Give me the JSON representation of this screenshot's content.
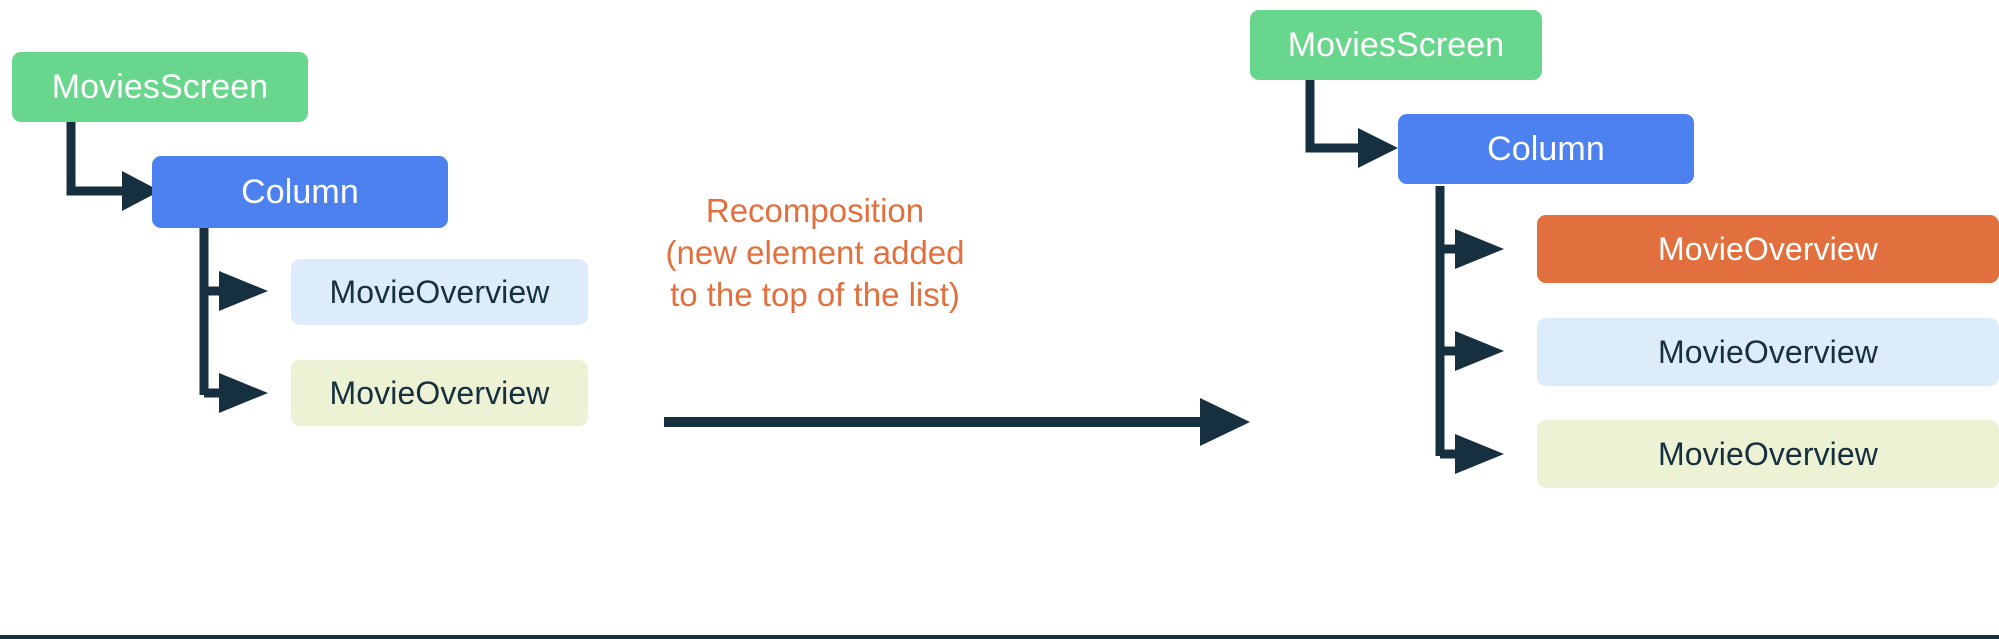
{
  "diagram": {
    "title_colors": {
      "connector": "#17303F",
      "screen": "#68D68C",
      "column": "#4E81F0",
      "overview_new": "#E2703E",
      "overview_blue": "#DDECFB",
      "overview_lime": "#EDF2D4",
      "annotation": "#E2703E",
      "background": "#FFFFFF"
    },
    "before": {
      "root": {
        "label": "MoviesScreen"
      },
      "column": {
        "label": "Column"
      },
      "children": [
        {
          "label": "MovieOverview",
          "variant": "blue"
        },
        {
          "label": "MovieOverview",
          "variant": "lime"
        }
      ]
    },
    "transition": {
      "lines": [
        "Recomposition",
        "(new element added",
        "to the top of the list)"
      ],
      "arrow": "right-arrow-icon"
    },
    "after": {
      "root": {
        "label": "MoviesScreen"
      },
      "column": {
        "label": "Column"
      },
      "children": [
        {
          "label": "MovieOverview",
          "variant": "orange"
        },
        {
          "label": "MovieOverview",
          "variant": "blue"
        },
        {
          "label": "MovieOverview",
          "variant": "lime"
        }
      ]
    }
  }
}
